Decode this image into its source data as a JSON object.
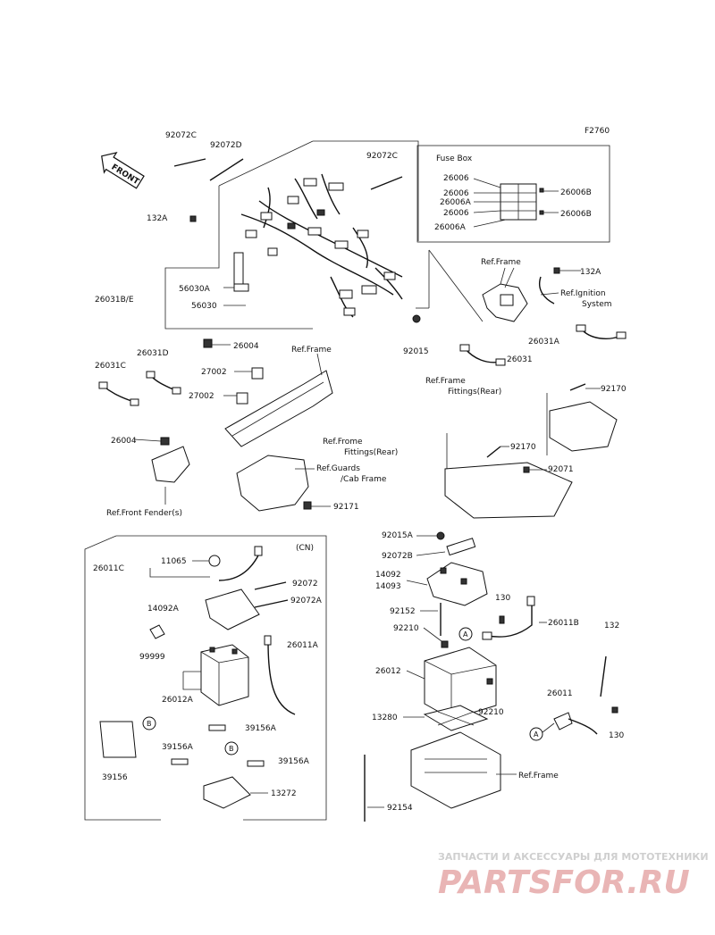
{
  "diagram": {
    "code": "F2760",
    "front_label": "FRONT",
    "fuse_box_title": "Fuse Box",
    "cn_label": "(CN)"
  },
  "labels": {
    "p92072C_a": "92072C",
    "p92072D": "92072D",
    "p92072C_b": "92072C",
    "p132A_a": "132A",
    "p26031BE": "26031B/E",
    "p56030A": "56030A",
    "p56030": "56030",
    "p26004_a": "26004",
    "p92015": "92015",
    "p26006_1": "26006",
    "p26006_2": "26006",
    "p26006A_1": "26006A",
    "p26006_3": "26006",
    "p26006A_2": "26006A",
    "p26006B_1": "26006B",
    "p26006B_2": "26006B",
    "refFrame_1": "Ref.Frame",
    "p132A_b": "132A",
    "refIgnition_1": "Ref.Ignition",
    "refIgnition_2": "System",
    "p26031A": "26031A",
    "p26031": "26031",
    "refFrameFit_1": "Ref.Frame",
    "refFrameFit_2": "Fittings(Rear)",
    "p92170_a": "92170",
    "p26031D": "26031D",
    "p26031C": "26031C",
    "p27002_a": "27002",
    "p27002_b": "27002",
    "refFrame_2": "Ref.Frame",
    "p26004_b": "26004",
    "refFrontFender": "Ref.Front Fender(s)",
    "refGuards_1": "Ref.Guards",
    "refGuards_2": "/Cab Frame",
    "p92171": "92171",
    "refFromeFit_1": "Ref.Frome",
    "refFromeFit_2": "Fittings(Rear)",
    "p92170_b": "92170",
    "p92071": "92071",
    "p26011C": "26011C",
    "p11065": "11065",
    "p92072": "92072",
    "p92072A": "92072A",
    "p14092A": "14092A",
    "p26011A": "26011A",
    "p99999": "99999",
    "p26012A": "26012A",
    "p39156": "39156",
    "p39156A_a": "39156A",
    "p39156A_b": "39156A",
    "p39156A_c": "39156A",
    "p13272": "13272",
    "p92015A": "92015A",
    "p92072B": "92072B",
    "p14092": "14092",
    "p14093": "14093",
    "p130_a": "130",
    "p92152": "92152",
    "p92210_a": "92210",
    "p26011B": "26011B",
    "p132": "132",
    "p26012": "26012",
    "p92210_b": "92210",
    "p26011": "26011",
    "p13280": "13280",
    "p130_b": "130",
    "refFrame_3": "Ref.Frame",
    "p92154": "92154",
    "markA_1": "A",
    "markA_2": "A",
    "markB_1": "B",
    "markB_2": "B"
  },
  "watermark": {
    "top": "ЗАПЧАСТИ И АКСЕССУАРЫ ДЛЯ МОТОТЕХНИКИ",
    "brand": "PARTSFOR.RU"
  }
}
